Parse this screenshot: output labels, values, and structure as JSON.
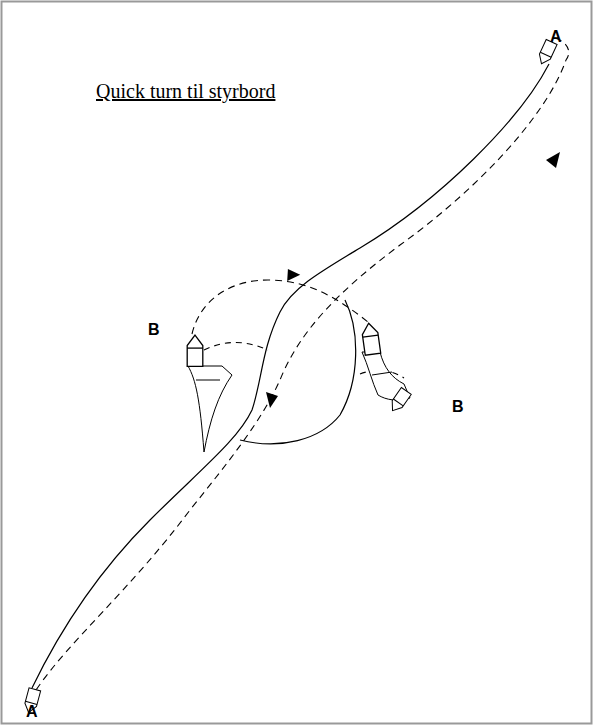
{
  "diagram": {
    "title": "Quick turn til styrbord",
    "labels": [
      "A",
      "B",
      "B",
      "A"
    ]
  }
}
